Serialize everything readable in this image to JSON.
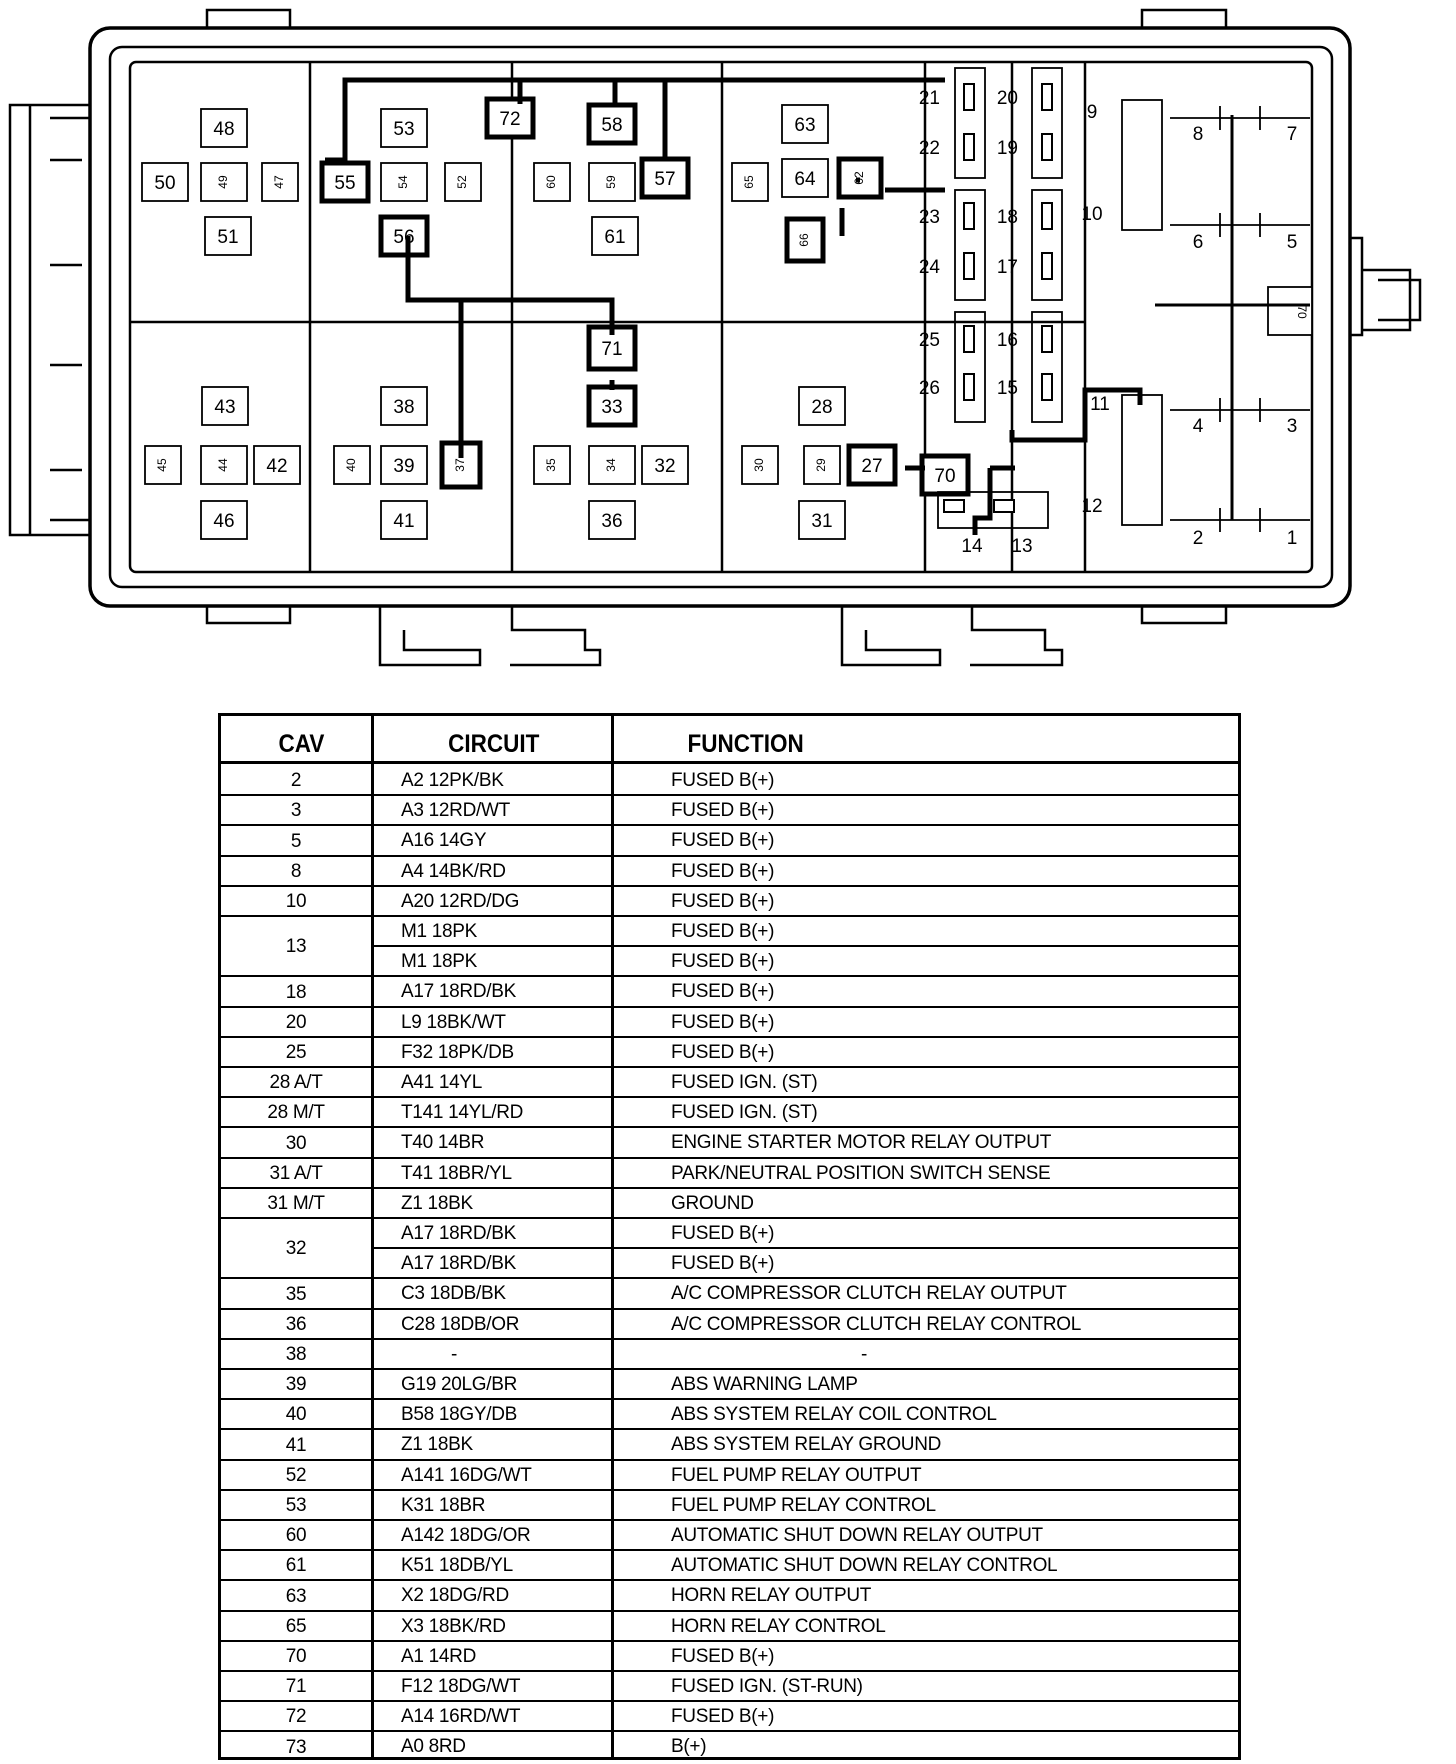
{
  "diagram": {
    "block_labels": [
      "48",
      "50",
      "49",
      "47",
      "51",
      "53",
      "55",
      "54",
      "52",
      "56",
      "72",
      "58",
      "60",
      "59",
      "57",
      "61",
      "63",
      "65",
      "64",
      "62",
      "66",
      "43",
      "45",
      "44",
      "42",
      "46",
      "38",
      "40",
      "39",
      "37",
      "41",
      "71",
      "33",
      "35",
      "34",
      "32",
      "36",
      "28",
      "30",
      "29",
      "27",
      "31",
      "70"
    ],
    "fuse_labels": [
      "21",
      "22",
      "23",
      "24",
      "25",
      "26",
      "20",
      "19",
      "18",
      "17",
      "16",
      "15",
      "14",
      "13"
    ],
    "relay_labels": [
      "9",
      "10",
      "11",
      "12",
      "8",
      "7",
      "6",
      "5",
      "4",
      "3",
      "2",
      "1",
      "70"
    ]
  },
  "table": {
    "headers": {
      "cav": "CAV",
      "circuit": "CIRCUIT",
      "function": "FUNCTION"
    },
    "rows": [
      {
        "cav": "2",
        "circuits": [
          "A2 12PK/BK"
        ],
        "functions": [
          "FUSED B(+)"
        ]
      },
      {
        "cav": "3",
        "circuits": [
          "A3 12RD/WT"
        ],
        "functions": [
          "FUSED B(+)"
        ]
      },
      {
        "cav": "5",
        "circuits": [
          "A16 14GY"
        ],
        "functions": [
          "FUSED B(+)"
        ]
      },
      {
        "cav": "8",
        "circuits": [
          "A4 14BK/RD"
        ],
        "functions": [
          "FUSED B(+)"
        ]
      },
      {
        "cav": "10",
        "circuits": [
          "A20 12RD/DG"
        ],
        "functions": [
          "FUSED B(+)"
        ]
      },
      {
        "cav": "13",
        "circuits": [
          "M1 18PK",
          "M1 18PK"
        ],
        "functions": [
          "FUSED B(+)",
          "FUSED B(+)"
        ]
      },
      {
        "cav": "18",
        "circuits": [
          "A17 18RD/BK"
        ],
        "functions": [
          "FUSED B(+)"
        ]
      },
      {
        "cav": "20",
        "circuits": [
          "L9 18BK/WT"
        ],
        "functions": [
          "FUSED B(+)"
        ]
      },
      {
        "cav": "25",
        "circuits": [
          "F32 18PK/DB"
        ],
        "functions": [
          "FUSED B(+)"
        ]
      },
      {
        "cav": "28 A/T",
        "circuits": [
          "A41 14YL"
        ],
        "functions": [
          "FUSED IGN. (ST)"
        ]
      },
      {
        "cav": "28 M/T",
        "circuits": [
          "T141 14YL/RD"
        ],
        "functions": [
          "FUSED IGN. (ST)"
        ]
      },
      {
        "cav": "30",
        "circuits": [
          "T40 14BR"
        ],
        "functions": [
          "ENGINE STARTER MOTOR RELAY OUTPUT"
        ]
      },
      {
        "cav": "31 A/T",
        "circuits": [
          "T41 18BR/YL"
        ],
        "functions": [
          "PARK/NEUTRAL POSITION SWITCH SENSE"
        ]
      },
      {
        "cav": "31 M/T",
        "circuits": [
          "Z1 18BK"
        ],
        "functions": [
          "GROUND"
        ]
      },
      {
        "cav": "32",
        "circuits": [
          "A17 18RD/BK",
          "A17 18RD/BK"
        ],
        "functions": [
          "FUSED B(+)",
          "FUSED B(+)"
        ]
      },
      {
        "cav": "35",
        "circuits": [
          "C3 18DB/BK"
        ],
        "functions": [
          "A/C COMPRESSOR CLUTCH RELAY OUTPUT"
        ]
      },
      {
        "cav": "36",
        "circuits": [
          "C28 18DB/OR"
        ],
        "functions": [
          "A/C COMPRESSOR CLUTCH RELAY CONTROL"
        ]
      },
      {
        "cav": "38",
        "circuits": [
          "-"
        ],
        "functions": [
          "-"
        ]
      },
      {
        "cav": "39",
        "circuits": [
          "G19 20LG/BR"
        ],
        "functions": [
          "ABS WARNING LAMP"
        ]
      },
      {
        "cav": "40",
        "circuits": [
          "B58 18GY/DB"
        ],
        "functions": [
          "ABS SYSTEM RELAY COIL CONTROL"
        ]
      },
      {
        "cav": "41",
        "circuits": [
          "Z1 18BK"
        ],
        "functions": [
          "ABS SYSTEM RELAY GROUND"
        ]
      },
      {
        "cav": "52",
        "circuits": [
          "A141 16DG/WT"
        ],
        "functions": [
          "FUEL PUMP RELAY OUTPUT"
        ]
      },
      {
        "cav": "53",
        "circuits": [
          "K31 18BR"
        ],
        "functions": [
          "FUEL PUMP RELAY CONTROL"
        ]
      },
      {
        "cav": "60",
        "circuits": [
          "A142 18DG/OR"
        ],
        "functions": [
          "AUTOMATIC SHUT DOWN RELAY OUTPUT"
        ]
      },
      {
        "cav": "61",
        "circuits": [
          "K51 18DB/YL"
        ],
        "functions": [
          "AUTOMATIC SHUT DOWN RELAY CONTROL"
        ]
      },
      {
        "cav": "63",
        "circuits": [
          "X2 18DG/RD"
        ],
        "functions": [
          "HORN RELAY OUTPUT"
        ]
      },
      {
        "cav": "65",
        "circuits": [
          "X3 18BK/RD"
        ],
        "functions": [
          "HORN RELAY CONTROL"
        ]
      },
      {
        "cav": "70",
        "circuits": [
          "A1 14RD"
        ],
        "functions": [
          "FUSED B(+)"
        ]
      },
      {
        "cav": "71",
        "circuits": [
          "F12 18DG/WT"
        ],
        "functions": [
          "FUSED IGN. (ST-RUN)"
        ]
      },
      {
        "cav": "72",
        "circuits": [
          "A14 16RD/WT"
        ],
        "functions": [
          "FUSED B(+)"
        ]
      },
      {
        "cav": "73",
        "circuits": [
          "A0 8RD"
        ],
        "functions": [
          "B(+)"
        ]
      }
    ]
  }
}
